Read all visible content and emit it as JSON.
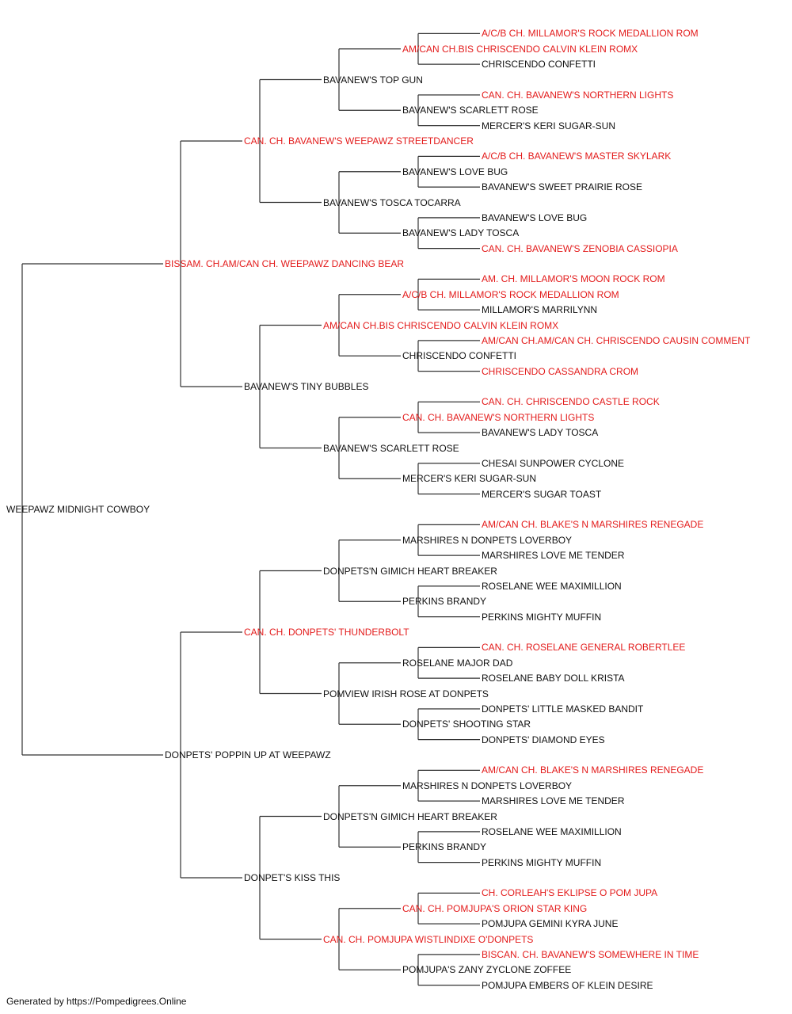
{
  "colors": {
    "line": "#333333",
    "text": "#111111",
    "champion": "#e31b1b"
  },
  "footer": "Generated by https://Pompedigrees.Online",
  "tree": {
    "name": "WEEPAWZ MIDNIGHT COWBOY",
    "champion": false,
    "parents": [
      {
        "name": "BISSAM. CH.AM/CAN CH. WEEPAWZ DANCING BEAR",
        "champion": true,
        "parents": [
          {
            "name": "CAN. CH. BAVANEW'S WEEPAWZ STREETDANCER",
            "champion": true,
            "parents": [
              {
                "name": "BAVANEW'S TOP GUN",
                "champion": false,
                "parents": [
                  {
                    "name": "AM/CAN CH.BIS CHRISCENDO CALVIN KLEIN ROMX",
                    "champion": true,
                    "parents": [
                      {
                        "name": "A/C/B CH. MILLAMOR'S ROCK MEDALLION ROM",
                        "champion": true
                      },
                      {
                        "name": "CHRISCENDO CONFETTI",
                        "champion": false
                      }
                    ]
                  },
                  {
                    "name": "BAVANEW'S SCARLETT ROSE",
                    "champion": false,
                    "parents": [
                      {
                        "name": "CAN. CH. BAVANEW'S NORTHERN LIGHTS",
                        "champion": true
                      },
                      {
                        "name": "MERCER'S KERI SUGAR-SUN",
                        "champion": false
                      }
                    ]
                  }
                ]
              },
              {
                "name": "BAVANEW'S TOSCA TOCARRA",
                "champion": false,
                "parents": [
                  {
                    "name": "BAVANEW'S LOVE BUG",
                    "champion": false,
                    "parents": [
                      {
                        "name": "A/C/B CH. BAVANEW'S MASTER SKYLARK",
                        "champion": true
                      },
                      {
                        "name": "BAVANEW'S SWEET PRAIRIE ROSE",
                        "champion": false
                      }
                    ]
                  },
                  {
                    "name": "BAVANEW'S LADY TOSCA",
                    "champion": false,
                    "parents": [
                      {
                        "name": "BAVANEW'S LOVE BUG",
                        "champion": false
                      },
                      {
                        "name": "CAN. CH. BAVANEW'S ZENOBIA CASSIOPIA",
                        "champion": true
                      }
                    ]
                  }
                ]
              }
            ]
          },
          {
            "name": "BAVANEW'S TINY BUBBLES",
            "champion": false,
            "parents": [
              {
                "name": "AM/CAN CH.BIS CHRISCENDO CALVIN KLEIN ROMX",
                "champion": true,
                "parents": [
                  {
                    "name": "A/C/B CH. MILLAMOR'S ROCK MEDALLION ROM",
                    "champion": true,
                    "parents": [
                      {
                        "name": "AM. CH. MILLAMOR'S MOON ROCK ROM",
                        "champion": true
                      },
                      {
                        "name": "MILLAMOR'S MARRILYNN",
                        "champion": false
                      }
                    ]
                  },
                  {
                    "name": "CHRISCENDO CONFETTI",
                    "champion": false,
                    "parents": [
                      {
                        "name": "AM/CAN CH.AM/CAN CH. CHRISCENDO CAUSIN COMMENT",
                        "champion": true
                      },
                      {
                        "name": "CHRISCENDO CASSANDRA CROM",
                        "champion": true
                      }
                    ]
                  }
                ]
              },
              {
                "name": "BAVANEW'S SCARLETT ROSE",
                "champion": false,
                "parents": [
                  {
                    "name": "CAN. CH. BAVANEW'S NORTHERN LIGHTS",
                    "champion": true,
                    "parents": [
                      {
                        "name": "CAN. CH. CHRISCENDO CASTLE ROCK",
                        "champion": true
                      },
                      {
                        "name": "BAVANEW'S LADY TOSCA",
                        "champion": false
                      }
                    ]
                  },
                  {
                    "name": "MERCER'S KERI SUGAR-SUN",
                    "champion": false,
                    "parents": [
                      {
                        "name": "CHESAI SUNPOWER CYCLONE",
                        "champion": false
                      },
                      {
                        "name": "MERCER'S SUGAR TOAST",
                        "champion": false
                      }
                    ]
                  }
                ]
              }
            ]
          }
        ]
      },
      {
        "name": "DONPETS' POPPIN UP AT WEEPAWZ",
        "champion": false,
        "parents": [
          {
            "name": "CAN. CH. DONPETS' THUNDERBOLT",
            "champion": true,
            "parents": [
              {
                "name": "DONPETS'N GIMICH HEART BREAKER",
                "champion": false,
                "parents": [
                  {
                    "name": "MARSHIRES N DONPETS LOVERBOY",
                    "champion": false,
                    "parents": [
                      {
                        "name": "AM/CAN CH. BLAKE'S N MARSHIRES RENEGADE",
                        "champion": true
                      },
                      {
                        "name": "MARSHIRES LOVE ME TENDER",
                        "champion": false
                      }
                    ]
                  },
                  {
                    "name": "PERKINS BRANDY",
                    "champion": false,
                    "parents": [
                      {
                        "name": "ROSELANE WEE MAXIMILLION",
                        "champion": false
                      },
                      {
                        "name": "PERKINS MIGHTY MUFFIN",
                        "champion": false
                      }
                    ]
                  }
                ]
              },
              {
                "name": "POMVIEW IRISH ROSE AT DONPETS",
                "champion": false,
                "parents": [
                  {
                    "name": "ROSELANE MAJOR DAD",
                    "champion": false,
                    "parents": [
                      {
                        "name": "CAN. CH. ROSELANE GENERAL ROBERTLEE",
                        "champion": true
                      },
                      {
                        "name": "ROSELANE BABY DOLL KRISTA",
                        "champion": false
                      }
                    ]
                  },
                  {
                    "name": "DONPETS' SHOOTING STAR",
                    "champion": false,
                    "parents": [
                      {
                        "name": "DONPETS' LITTLE MASKED BANDIT",
                        "champion": false
                      },
                      {
                        "name": "DONPETS' DIAMOND EYES",
                        "champion": false
                      }
                    ]
                  }
                ]
              }
            ]
          },
          {
            "name": "DONPET'S KISS THIS",
            "champion": false,
            "parents": [
              {
                "name": "DONPETS'N GIMICH HEART BREAKER",
                "champion": false,
                "parents": [
                  {
                    "name": "MARSHIRES N DONPETS LOVERBOY",
                    "champion": false,
                    "parents": [
                      {
                        "name": "AM/CAN CH. BLAKE'S N MARSHIRES RENEGADE",
                        "champion": true
                      },
                      {
                        "name": "MARSHIRES LOVE ME TENDER",
                        "champion": false
                      }
                    ]
                  },
                  {
                    "name": "PERKINS BRANDY",
                    "champion": false,
                    "parents": [
                      {
                        "name": "ROSELANE WEE MAXIMILLION",
                        "champion": false
                      },
                      {
                        "name": "PERKINS MIGHTY MUFFIN",
                        "champion": false
                      }
                    ]
                  }
                ]
              },
              {
                "name": "CAN. CH. POMJUPA WISTLINDIXE O'DONPETS",
                "champion": true,
                "parents": [
                  {
                    "name": "CAN. CH. POMJUPA'S ORION STAR KING",
                    "champion": true,
                    "parents": [
                      {
                        "name": "CH. CORLEAH'S EKLIPSE O POM JUPA",
                        "champion": true
                      },
                      {
                        "name": "POMJUPA GEMINI KYRA JUNE",
                        "champion": false
                      }
                    ]
                  },
                  {
                    "name": "POMJUPA'S ZANY ZYCLONE ZOFFEE",
                    "champion": false,
                    "parents": [
                      {
                        "name": "BISCAN. CH. BAVANEW'S SOMEWHERE IN TIME",
                        "champion": true
                      },
                      {
                        "name": "POMJUPA EMBERS OF KLEIN DESIRE",
                        "champion": false
                      }
                    ]
                  }
                ]
              }
            ]
          }
        ]
      }
    ]
  }
}
